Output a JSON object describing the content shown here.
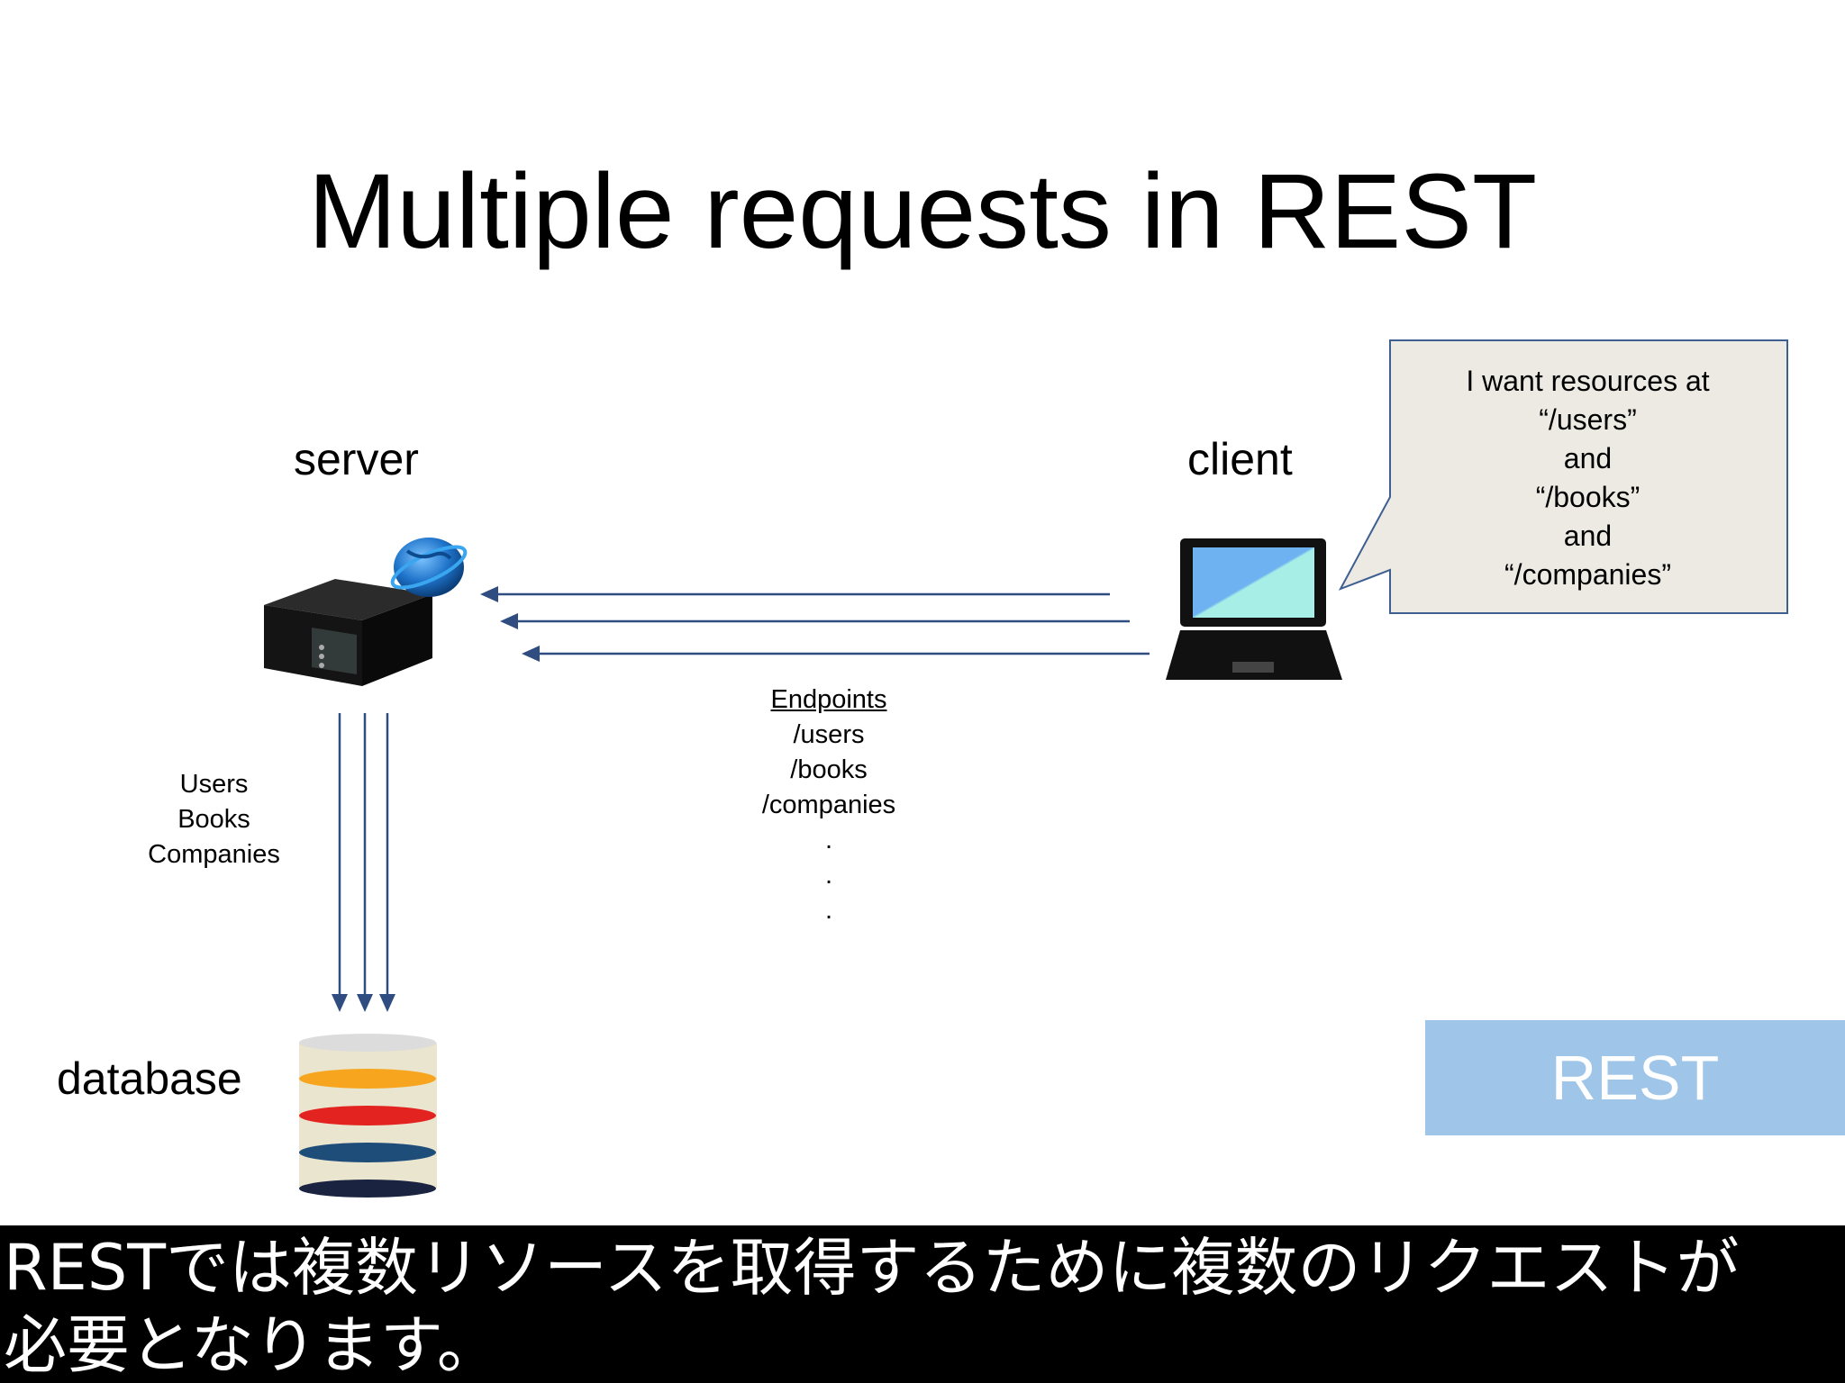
{
  "slide": {
    "title": "Multiple requests in REST"
  },
  "nodes": {
    "server_label": "server",
    "client_label": "client",
    "database_label": "database"
  },
  "speech_bubble": {
    "lines": [
      "I want resources at",
      "“/users”",
      "and",
      "“/books”",
      "and",
      "“/companies”"
    ]
  },
  "endpoints": {
    "heading": "Endpoints",
    "items": [
      "/users",
      "/books",
      "/companies"
    ],
    "ellipsis": [
      ".",
      ".",
      "."
    ]
  },
  "resources": {
    "items": [
      "Users",
      "Books",
      "Companies"
    ]
  },
  "badge": {
    "label": "REST",
    "background": "#9fc5e8"
  },
  "caption": {
    "lines": [
      "RESTでは複数リソースを取得するために複数のリクエストが",
      "必要となります。"
    ]
  },
  "icons": {
    "server": "server-icon",
    "globe": "globe-icon",
    "laptop": "laptop-icon",
    "database": "database-icon"
  },
  "colors": {
    "arrow": "#2f4d80",
    "bubble_fill": "#eceae2",
    "bubble_border": "#3e5f91",
    "db_stripes": [
      "#f7a51f",
      "#e3231f",
      "#1f4d7a",
      "#1a2340"
    ]
  }
}
